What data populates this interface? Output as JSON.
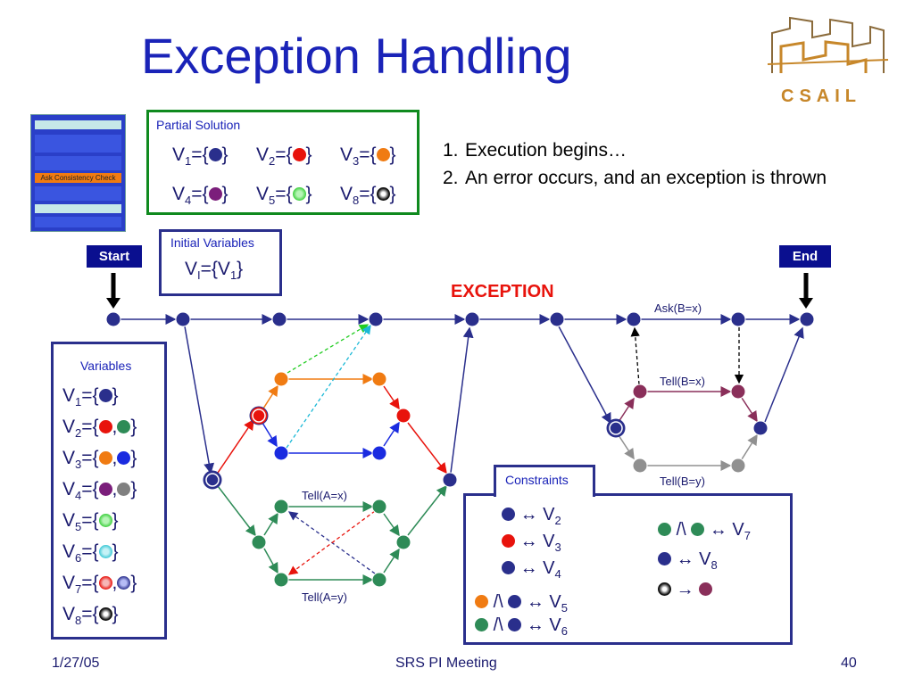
{
  "slide": {
    "title": "Exception Handling",
    "logo_text": "CSAIL",
    "footer": {
      "date": "1/27/05",
      "center": "SRS PI Meeting",
      "page": "40"
    }
  },
  "thumb": {
    "label": "Ask Consistency Check"
  },
  "partial_solution": {
    "title": "Partial Solution",
    "items": [
      {
        "label": "V",
        "sub": "1",
        "dot": "#2a2f8c"
      },
      {
        "label": "V",
        "sub": "2",
        "dot": "#e8130c"
      },
      {
        "label": "V",
        "sub": "3",
        "dot": "#f07b12"
      },
      {
        "label": "V",
        "sub": "4",
        "dot": "#7b1e7b"
      },
      {
        "label": "V",
        "sub": "5",
        "dot": "#3fcf3f"
      },
      {
        "label": "V",
        "sub": "8",
        "dot": "#111111"
      }
    ]
  },
  "steps": [
    {
      "num": "1.",
      "text": "Execution begins…"
    },
    {
      "num": "2.",
      "text": "An error occurs, and an exception is thrown"
    }
  ],
  "initial_variables": {
    "title": "Initial Variables",
    "expr_main": "V",
    "expr_sub": "I",
    "expr_rhs": "={V",
    "expr_rhs_sub": "1",
    "expr_end": "}"
  },
  "markers": {
    "start": "Start",
    "end": "End",
    "exception": "EXCEPTION"
  },
  "variables": {
    "title": "Variables",
    "rows": [
      {
        "sub": "1",
        "dots": [
          "#2a2f8c"
        ]
      },
      {
        "sub": "2",
        "dots": [
          "#e8130c",
          "#2e8b57"
        ]
      },
      {
        "sub": "3",
        "dots": [
          "#f07b12",
          "#1a2be0"
        ]
      },
      {
        "sub": "4",
        "dots": [
          "#7b1e7b",
          "#808080"
        ]
      },
      {
        "sub": "5",
        "dots": [
          "#3fcf3f"
        ]
      },
      {
        "sub": "6",
        "dots": [
          "#3fc9d6"
        ]
      },
      {
        "sub": "7",
        "dots": [
          "#e8130c",
          "#2a2f8c"
        ]
      },
      {
        "sub": "8",
        "dots": [
          "#111111"
        ]
      }
    ]
  },
  "edge_labels": {
    "ask_bx": "Ask(B=x)",
    "tell_bx": "Tell(B=x)",
    "tell_by": "Tell(B=y)",
    "tell_ax": "Tell(A=x)",
    "tell_ay": "Tell(A=y)"
  },
  "constraints": {
    "title": "Constraints",
    "v2": "V",
    "v2s": "2",
    "v3": "V",
    "v3s": "3",
    "v4": "V",
    "v4s": "4",
    "v5": "V",
    "v5s": "5",
    "v6": "V",
    "v6s": "6",
    "v7": "V",
    "v7s": "7",
    "v8": "V",
    "v8s": "8",
    "iff": "↔",
    "and": "/\\",
    "arrow": "→"
  },
  "colors": {
    "blue": "#1a23b8",
    "navy": "#2a2f8c",
    "green": "#0f8a1e",
    "red": "#e8130c",
    "orange": "#f07b12",
    "purple": "#7b1e7b",
    "teal": "#2e8b57",
    "gray": "#808080"
  }
}
